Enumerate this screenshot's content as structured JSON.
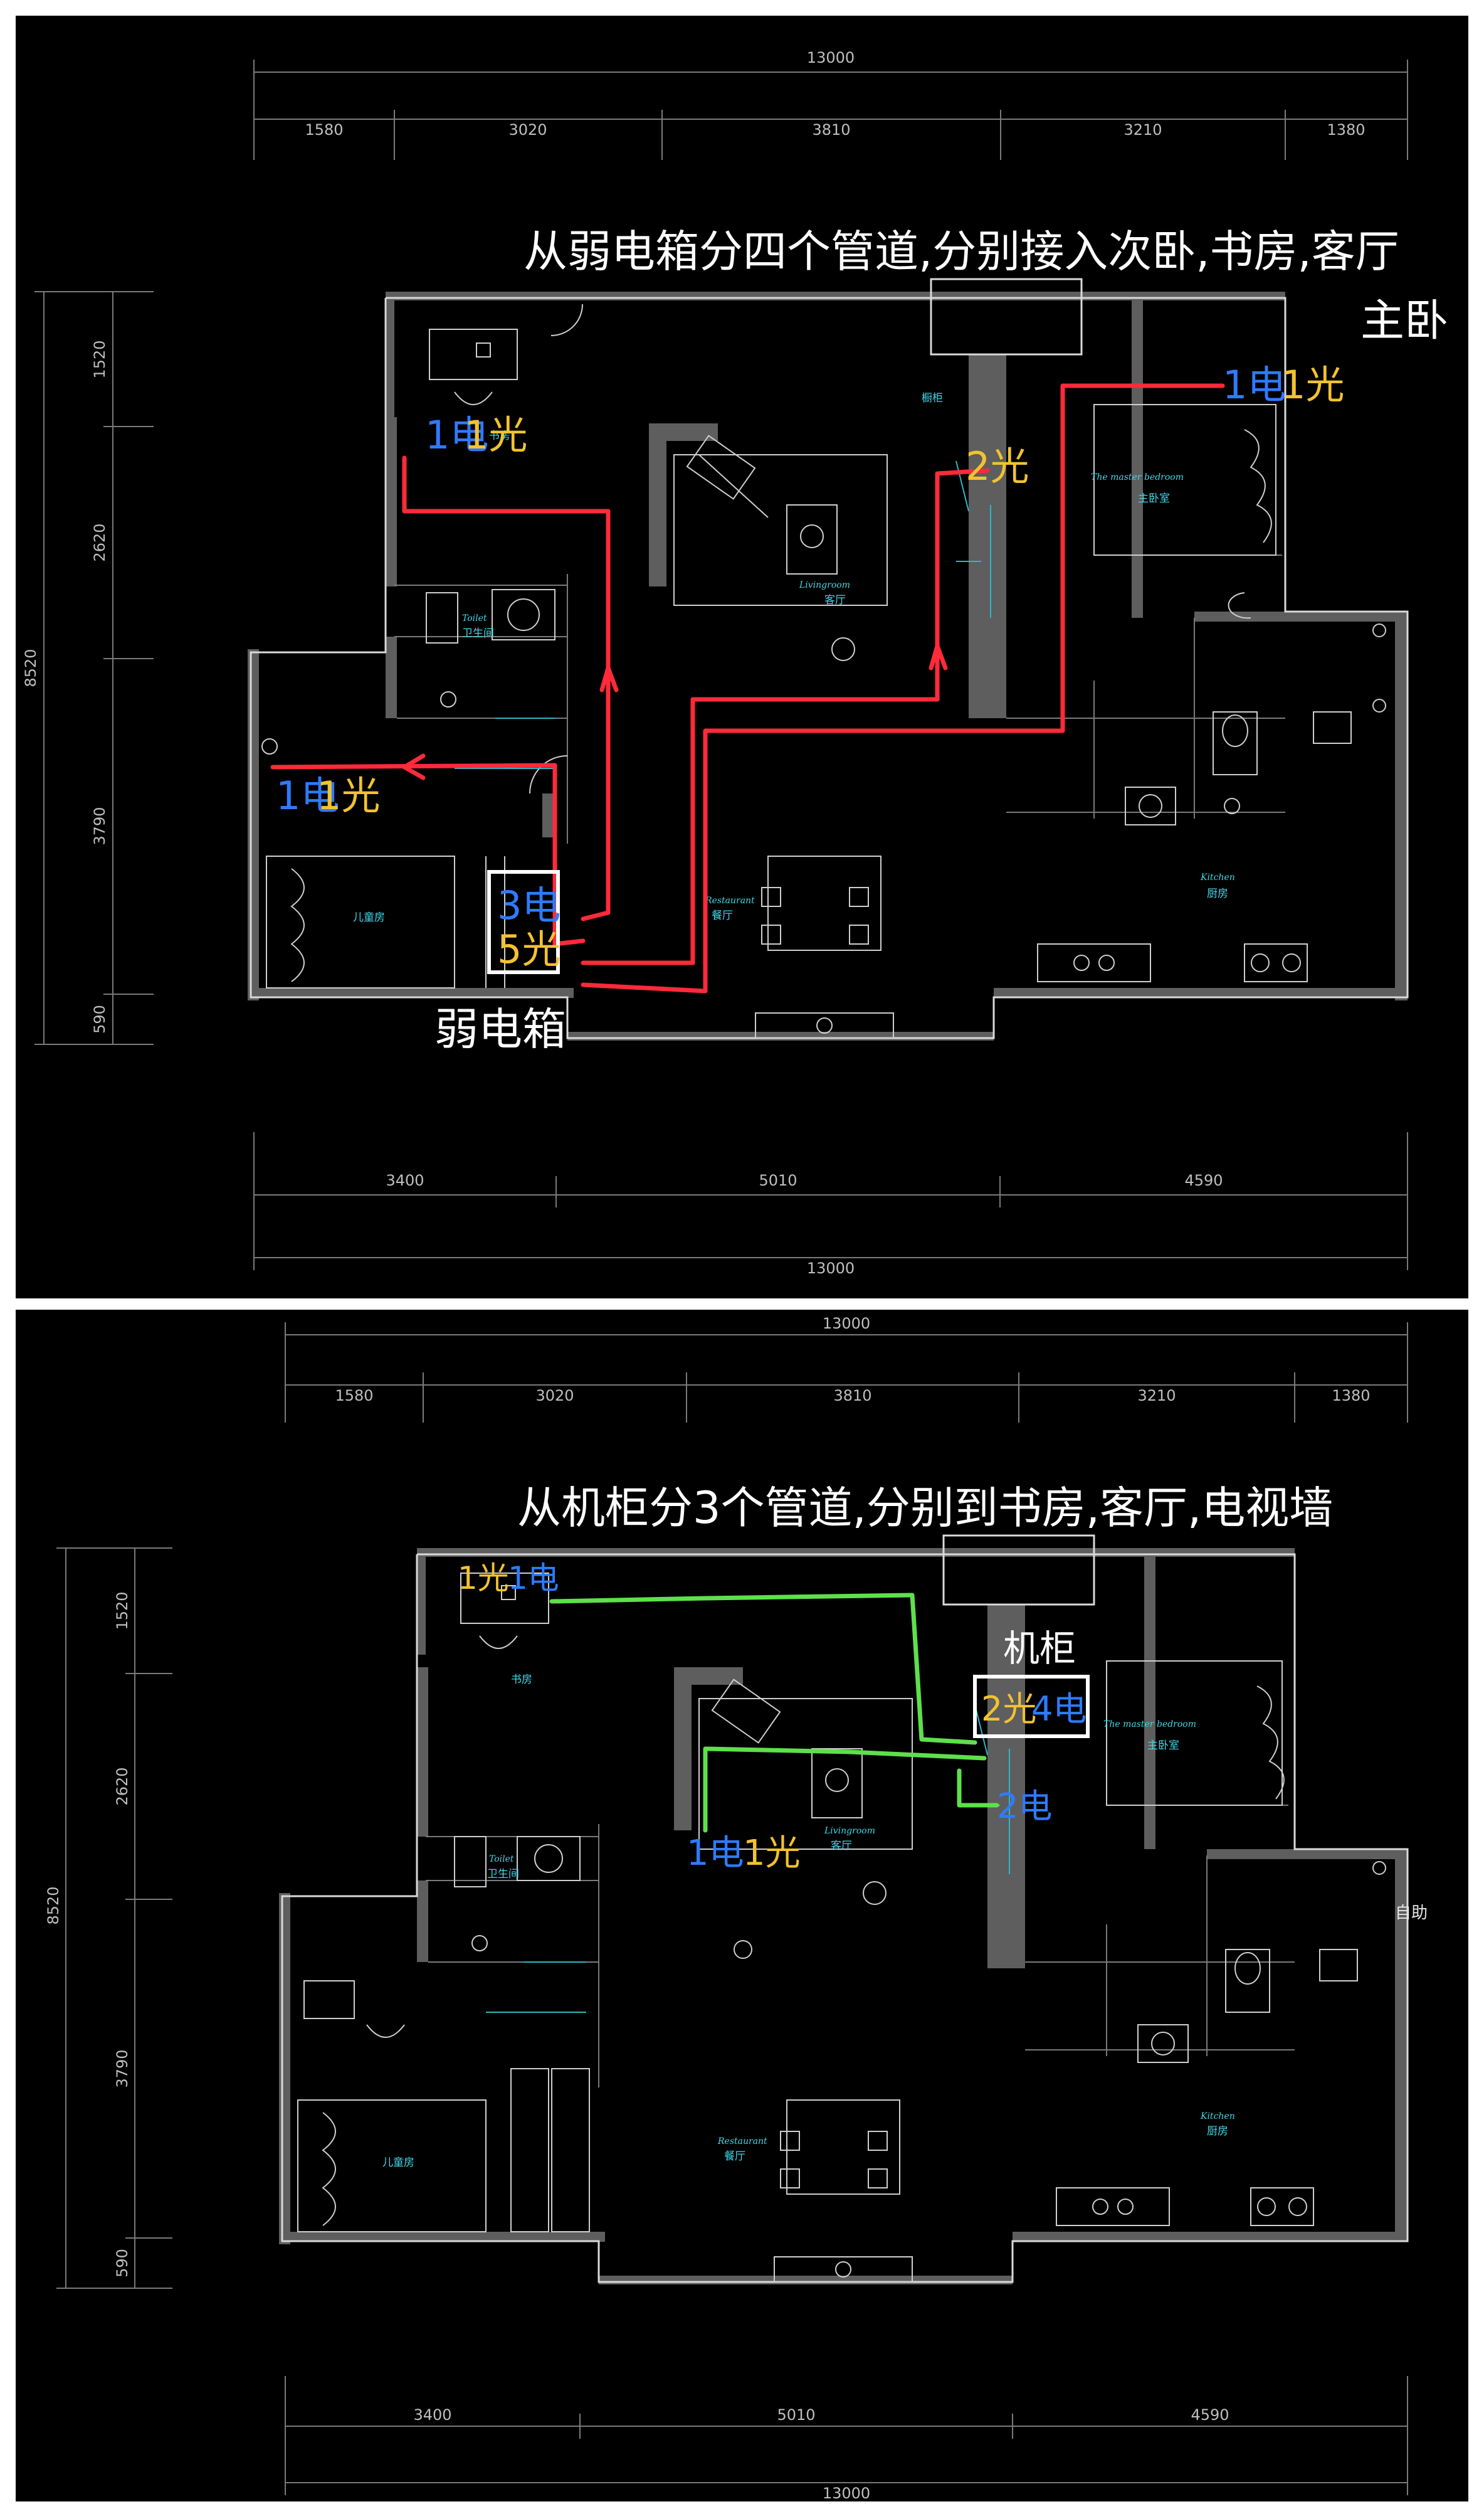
{
  "panels": [
    {
      "id": "plan-1",
      "dimensions": {
        "top_total": "13000",
        "top_segments": [
          "1580",
          "3020",
          "3810",
          "3210",
          "1380"
        ],
        "bottom_segments": [
          "3400",
          "5010",
          "4590"
        ],
        "bottom_total": "13000",
        "left_segments": [
          "1520",
          "2620",
          "3790",
          "590"
        ],
        "left_total": "8520"
      },
      "rooms": {
        "study": "书房",
        "toilet": "卫生间",
        "toilet_en": "Toilet",
        "living": "客厅",
        "living_en": "Livingroom",
        "master": "主卧室",
        "master_en": "The master bedroom",
        "child": "儿童房",
        "dining": "餐厅",
        "dining_en": "Restaurant",
        "kitchen": "厨房",
        "kitchen_en": "Kitchen",
        "cabinet": "橱柜"
      },
      "annotations": {
        "caption_line1": "从弱电箱分四个管道,分别接入次卧,书房,客厅",
        "caption_line2": "主卧",
        "study_power": "1电",
        "study_fiber": "1光",
        "master_power": "1电",
        "master_fiber": "1光",
        "living_fiber": "2光",
        "child_power": "1电",
        "child_fiber": "1光",
        "box_power": "3电",
        "box_fiber": "5光",
        "box_label": "弱电箱"
      },
      "colors": {
        "route": "#ff2a3a",
        "power": "#2e7bff",
        "fiber": "#f2c230"
      }
    },
    {
      "id": "plan-2",
      "dimensions": {
        "top_total": "13000",
        "top_segments": [
          "1580",
          "3020",
          "3810",
          "3210",
          "1380"
        ],
        "bottom_segments": [
          "3400",
          "5010",
          "4590"
        ],
        "bottom_total": "13000",
        "left_segments": [
          "1520",
          "2620",
          "3790",
          "590"
        ],
        "left_total": "8520"
      },
      "rooms": {
        "study": "书房",
        "toilet": "卫生间",
        "toilet_en": "Toilet",
        "living": "客厅",
        "living_en": "Livingroom",
        "master": "主卧室",
        "master_en": "The master bedroom",
        "child": "儿童房",
        "dining": "餐厅",
        "dining_en": "Restaurant",
        "kitchen": "厨房",
        "kitchen_en": "Kitchen",
        "auto": "自助"
      },
      "annotations": {
        "caption": "从机柜分3个管道,分别到书房,客厅,电视墙",
        "study_fiber": "1光",
        "study_power": "1电",
        "cabinet_label": "机柜",
        "cabinet_fiber": "2光",
        "cabinet_power": "4电",
        "tv_power": "2电",
        "living_power": "1电",
        "living_fiber": "1光"
      },
      "colors": {
        "route": "#5ee04c",
        "power": "#2e7bff",
        "fiber": "#f2c230"
      }
    }
  ]
}
